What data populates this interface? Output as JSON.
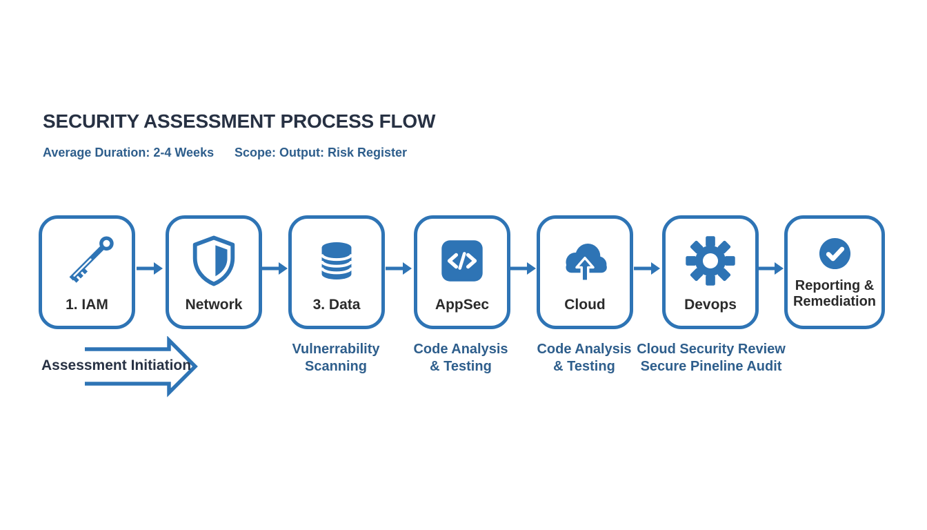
{
  "colors": {
    "primary_blue": "#2E74B5",
    "title_text": "#273143",
    "steel_blue": "#2E5E8C",
    "box_label_text": "#2B2B2B"
  },
  "header": {
    "title": "SECURITY ASSESSMENT PROCESS FLOW",
    "duration": "Average Duration: 2-4 Weeks",
    "scope": "Scope: Output: Risk Register"
  },
  "flow": {
    "steps": [
      {
        "label": "1. IAM",
        "icon": "key-icon"
      },
      {
        "label": "Network",
        "icon": "shield-icon"
      },
      {
        "label": "3. Data",
        "icon": "database-icon",
        "sublabel_line1": "Vulnerrability",
        "sublabel_line2": "Scanning"
      },
      {
        "label": "AppSec",
        "icon": "code-icon",
        "icon_glyph": "</>",
        "sublabel_line1": "Code Analysis",
        "sublabel_line2": "& Testing"
      },
      {
        "label": "Cloud",
        "icon": "cloud-upload-icon",
        "sublabel_line1": "Code Analysis",
        "sublabel_line2": "& Testing"
      },
      {
        "label": "Devops",
        "icon": "gear-icon",
        "sublabel_line1": "Cloud Security Review",
        "sublabel_line2": "Secure Pineline Audit"
      },
      {
        "label": "Reporting & Remediation",
        "icon": "check-circle-icon"
      }
    ],
    "initiation_label": "Assessment Initiation"
  }
}
